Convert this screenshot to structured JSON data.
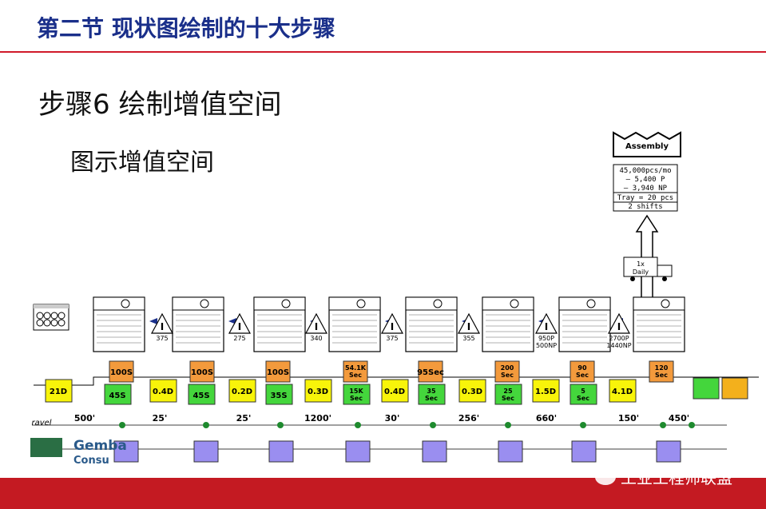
{
  "header": {
    "title": "第二节  现状图绘制的十大步骤"
  },
  "slide": {
    "step_title": "步骤6  绘制增值空间",
    "sub_title": "图示增值空间"
  },
  "customer": {
    "name": "Assembly",
    "demand": [
      "45,000pcs/mo",
      "– 5,400 P",
      "– 3,940 NP"
    ],
    "tray": "Tray = 20 pcs",
    "shifts": "2 shifts"
  },
  "shipment": {
    "line1": "1x",
    "line2": "Daily"
  },
  "inventory_values": [
    "375",
    "275",
    "340",
    "375",
    "355",
    "950P\n500NP",
    "2700P\n1440NP"
  ],
  "timeline": {
    "wait_times": [
      "21D",
      "0.4D",
      "0.2D",
      "0.3D",
      "0.4D",
      "0.3D",
      "1.5D",
      "4.1D"
    ],
    "cycle_times": [
      "100S",
      "100S",
      "100S",
      "54.1K\nSec",
      "95Sec",
      "200\nSec",
      "90\nSec",
      "120\nSec"
    ],
    "va_times": [
      "45S",
      "45S",
      "35S",
      "15K\nSec",
      "35\nSec",
      "25\nSec",
      "5\nSec"
    ]
  },
  "travel": {
    "label": "ravel",
    "distances": [
      "500'",
      "25'",
      "25'",
      "1200'",
      "30'",
      "256'",
      "660'",
      "150'",
      "450'"
    ]
  },
  "logo": {
    "line1": "Gemba",
    "line2": "Consu"
  },
  "watermark": {
    "text": "工业工程师联盟"
  },
  "colors": {
    "title_blue": "#1a2f8a",
    "rule_red": "#d11a2a",
    "footer_red": "#c41a22",
    "wait_yellow": "#f8f40a",
    "ct_orange": "#f39a3c",
    "va_green": "#44d63c",
    "kanban_purple": "#9a8ef0"
  }
}
